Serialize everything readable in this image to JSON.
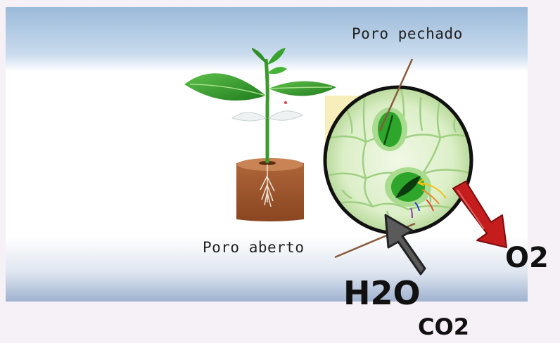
{
  "labels": {
    "closed_pore": "Poro pechado",
    "open_pore": "Poro aberto",
    "o2": "O2",
    "h2o": "H2O",
    "co2": "CO2"
  },
  "colors": {
    "sky": "#b7cfe6",
    "leaf_green": "#2e9a2a",
    "soil_brown": "#9a5228",
    "cell_green": "#d7ecc4",
    "arrow_red": "#c51d1d",
    "arrow_gray": "#555555",
    "pointer_brown": "#8a5a3c"
  },
  "icons": {
    "plant": "seedling-in-soil-illustration",
    "magnifier": "leaf-surface-magnified-circle",
    "closed_stoma": "closed-stoma-icon",
    "open_stoma": "open-stoma-icon"
  }
}
